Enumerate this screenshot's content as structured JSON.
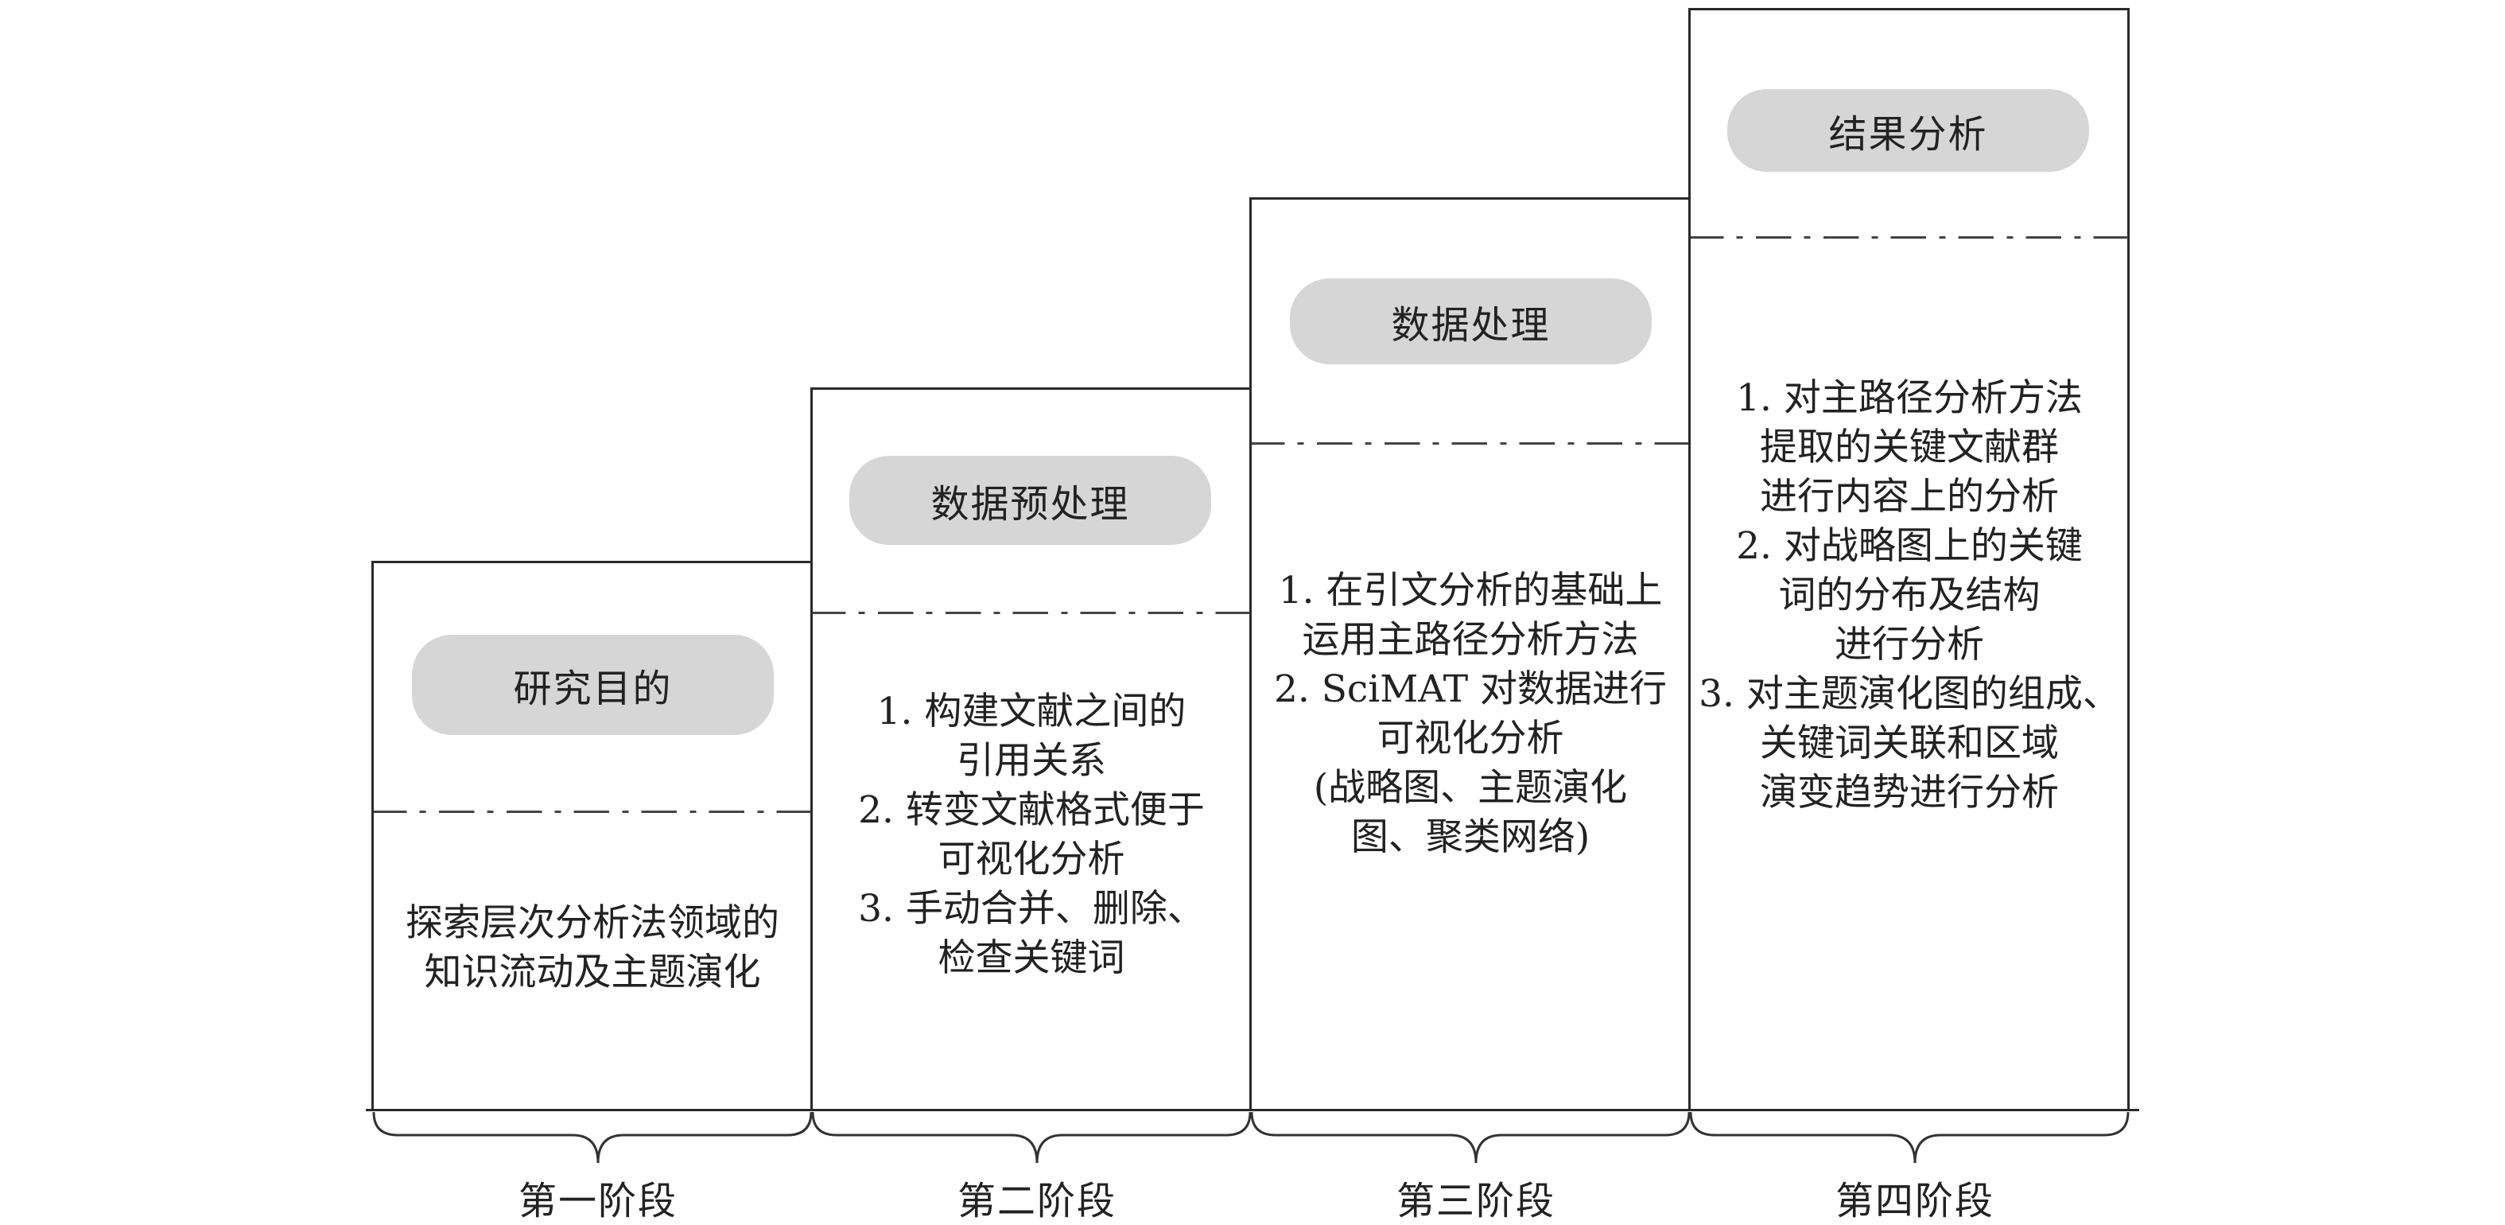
{
  "stages": [
    {
      "label": "第一阶段",
      "title": "研究目的",
      "lines": [
        "探索层次分析法领域的",
        "知识流动及主题演化"
      ]
    },
    {
      "label": "第二阶段",
      "title": "数据预处理",
      "lines": [
        "1. 构建文献之间的",
        "引用关系",
        "2. 转变文献格式便于",
        "可视化分析",
        "3. 手动合并、删除、",
        "检查关键词"
      ]
    },
    {
      "label": "第三阶段",
      "title": "数据处理",
      "lines": [
        "1. 在引文分析的基础上",
        "运用主路径分析方法",
        "2. SciMAT 对数据进行",
        "可视化分析",
        "(战略图、主题演化",
        "图、聚类网络)"
      ]
    },
    {
      "label": "第四阶段",
      "title": "结果分析",
      "lines": [
        "1. 对主路径分析方法",
        "提取的关键文献群",
        "进行内容上的分析",
        "2. 对战略图上的关键",
        "词的分布及结构",
        "进行分析",
        "3. 对主题演化图的组成、",
        "关键词关联和区域",
        "演变趋势进行分析"
      ]
    }
  ]
}
